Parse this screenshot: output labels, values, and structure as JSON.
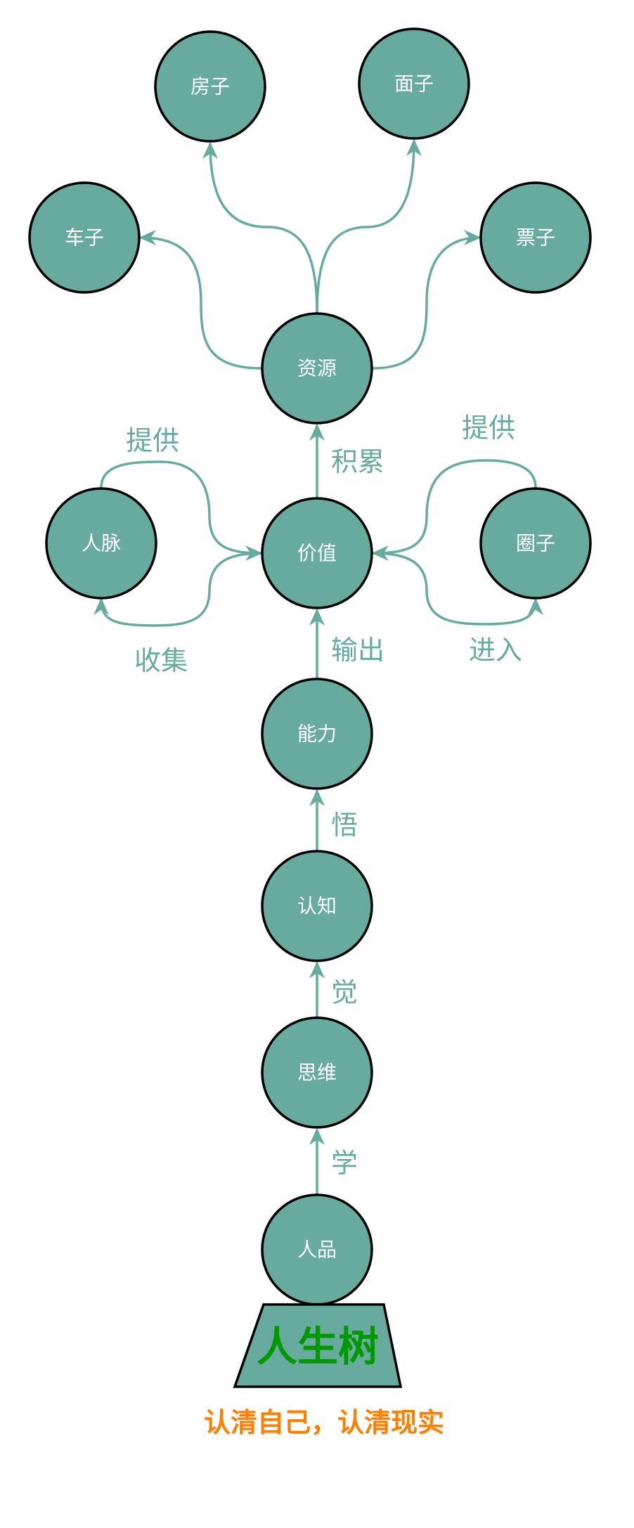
{
  "nodes": {
    "house": "房子",
    "face": "面子",
    "car": "车子",
    "money": "票子",
    "resources": "资源",
    "network": "人脉",
    "value": "价值",
    "circle": "圈子",
    "ability": "能力",
    "cognition": "认知",
    "thinking": "思维",
    "character": "人品"
  },
  "edge_labels": {
    "accumulate": "积累",
    "provide_left": "提供",
    "provide_right": "提供",
    "collect": "收集",
    "output": "输出",
    "enter": "进入",
    "realize": "悟",
    "aware": "觉",
    "learn": "学"
  },
  "base": {
    "title": "人生树"
  },
  "caption": "认清自己，认清现实",
  "colors": {
    "node_fill": "#67AB9F",
    "edge": "#67AB9F",
    "title": "#009900",
    "caption": "#FF8000"
  }
}
